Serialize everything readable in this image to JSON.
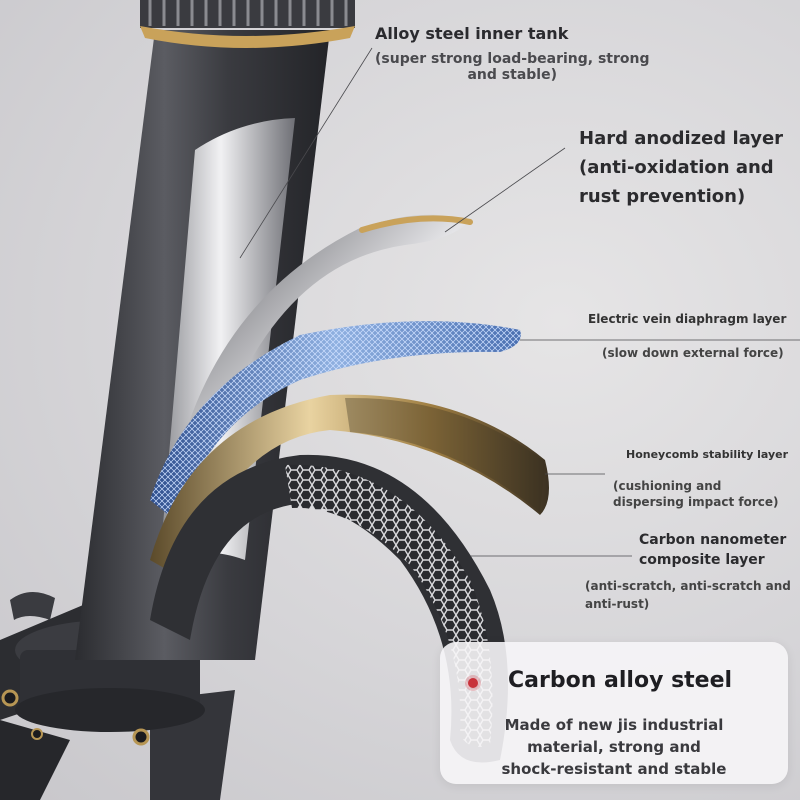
{
  "labels": {
    "inner_tank": {
      "title": "Alloy steel inner tank",
      "desc_lines": [
        "(super strong load-bearing, strong",
        "and stable)"
      ]
    },
    "anodized": {
      "lines": [
        "Hard anodized layer",
        "(anti-oxidation and",
        "rust prevention)"
      ]
    },
    "vein": {
      "title": "Electric vein diaphragm layer",
      "desc": "(slow down external force)"
    },
    "honeycomb": {
      "title": "Honeycomb stability layer",
      "desc_lines": [
        "(cushioning and",
        "dispersing impact force)"
      ]
    },
    "carbon": {
      "title_lines": [
        "Carbon nanometer",
        "composite layer"
      ],
      "desc_lines": [
        "(anti-scratch, anti-scratch and",
        "anti-rust)"
      ]
    }
  },
  "card": {
    "title": "Carbon alloy steel",
    "desc_lines": [
      "Made of new jis industrial",
      "material, strong and",
      "shock-resistant and stable"
    ]
  },
  "colors": {
    "accent_gold": "#c9a25a",
    "mesh_blue": "#5f86c4",
    "tube_dark": "#3f4045",
    "dot_red": "#c8313a"
  }
}
